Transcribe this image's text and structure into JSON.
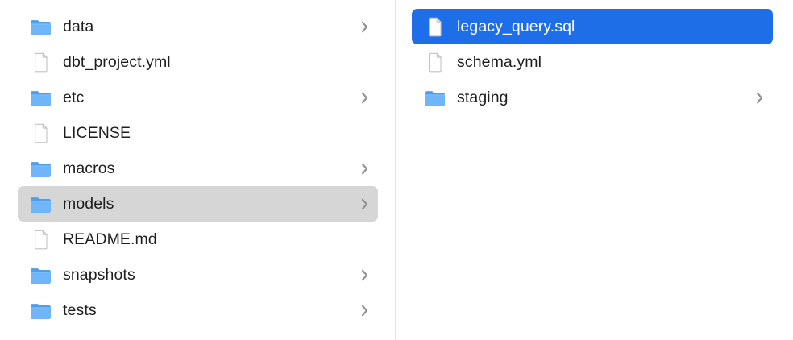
{
  "app": "finder-column-browser",
  "colors": {
    "selection_blue": "#1e6ee8",
    "selection_gray": "#d6d6d6",
    "divider": "#e4e4e4",
    "text": "#1e1e1e",
    "text_selected": "#ffffff",
    "chevron_gray": "#8f8f8f",
    "folder_blue": "#6fb5f7",
    "folder_blue_dark": "#4d9fee"
  },
  "columns": [
    {
      "name": "left-column",
      "items": [
        {
          "label": "data",
          "icon": "folder-icon",
          "chevron": true,
          "selected": "none"
        },
        {
          "label": "dbt_project.yml",
          "icon": "document-icon",
          "chevron": false,
          "selected": "none"
        },
        {
          "label": "etc",
          "icon": "folder-icon",
          "chevron": true,
          "selected": "none"
        },
        {
          "label": "LICENSE",
          "icon": "document-icon",
          "chevron": false,
          "selected": "none"
        },
        {
          "label": "macros",
          "icon": "folder-icon",
          "chevron": true,
          "selected": "none"
        },
        {
          "label": "models",
          "icon": "folder-icon",
          "chevron": true,
          "selected": "gray"
        },
        {
          "label": "README.md",
          "icon": "document-icon",
          "chevron": false,
          "selected": "none"
        },
        {
          "label": "snapshots",
          "icon": "folder-icon",
          "chevron": true,
          "selected": "none"
        },
        {
          "label": "tests",
          "icon": "folder-icon",
          "chevron": true,
          "selected": "none"
        }
      ]
    },
    {
      "name": "right-column",
      "items": [
        {
          "label": "legacy_query.sql",
          "icon": "document-icon",
          "chevron": false,
          "selected": "blue"
        },
        {
          "label": "schema.yml",
          "icon": "document-icon",
          "chevron": false,
          "selected": "none"
        },
        {
          "label": "staging",
          "icon": "folder-icon",
          "chevron": true,
          "selected": "none"
        }
      ]
    }
  ]
}
